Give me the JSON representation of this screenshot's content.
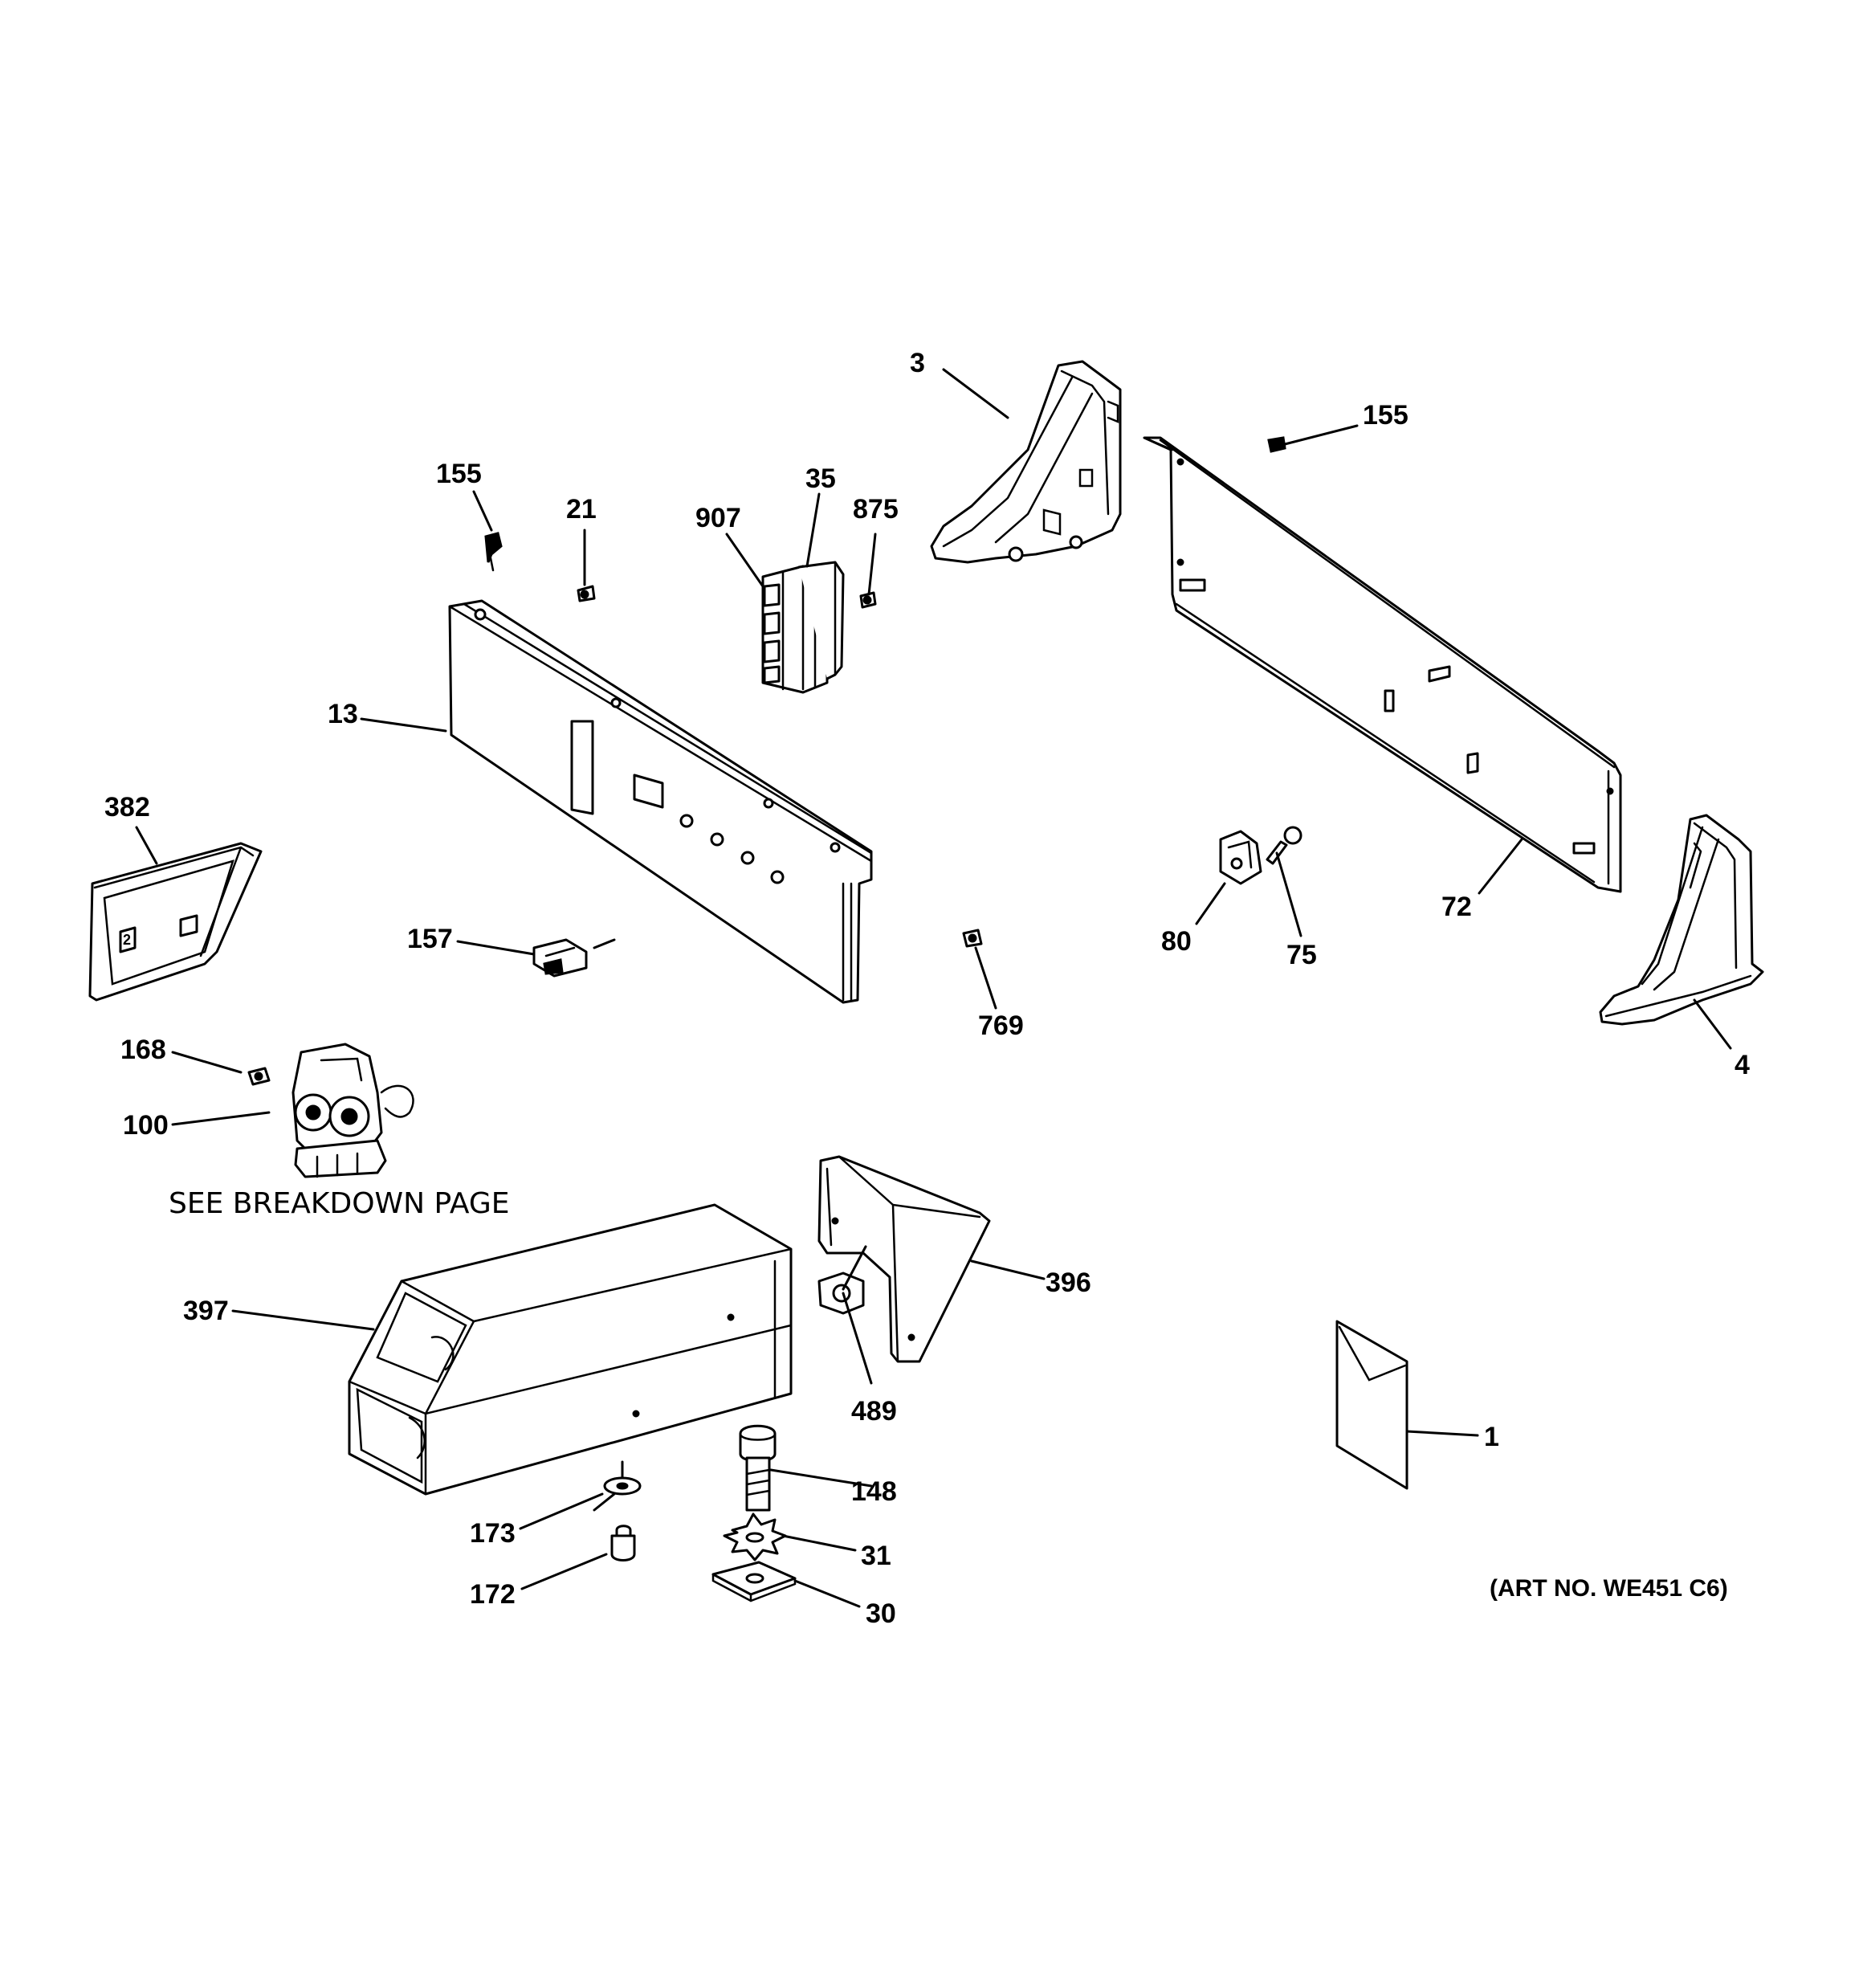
{
  "diagram": {
    "breakdown_note": "SEE BREAKDOWN PAGE",
    "art_number": "(ART NO. WE451 C6)",
    "callouts": [
      {
        "id": "3",
        "label": "3"
      },
      {
        "id": "155-right",
        "label": "155"
      },
      {
        "id": "155-left",
        "label": "155"
      },
      {
        "id": "21",
        "label": "21"
      },
      {
        "id": "35",
        "label": "35"
      },
      {
        "id": "907",
        "label": "907"
      },
      {
        "id": "875",
        "label": "875"
      },
      {
        "id": "13",
        "label": "13"
      },
      {
        "id": "382",
        "label": "382"
      },
      {
        "id": "157",
        "label": "157"
      },
      {
        "id": "80",
        "label": "80"
      },
      {
        "id": "75",
        "label": "75"
      },
      {
        "id": "72",
        "label": "72"
      },
      {
        "id": "4",
        "label": "4"
      },
      {
        "id": "769",
        "label": "769"
      },
      {
        "id": "168",
        "label": "168"
      },
      {
        "id": "100",
        "label": "100"
      },
      {
        "id": "397",
        "label": "397"
      },
      {
        "id": "396",
        "label": "396"
      },
      {
        "id": "489",
        "label": "489"
      },
      {
        "id": "148",
        "label": "148"
      },
      {
        "id": "173",
        "label": "173"
      },
      {
        "id": "31",
        "label": "31"
      },
      {
        "id": "172",
        "label": "172"
      },
      {
        "id": "30",
        "label": "30"
      },
      {
        "id": "1",
        "label": "1"
      }
    ]
  }
}
